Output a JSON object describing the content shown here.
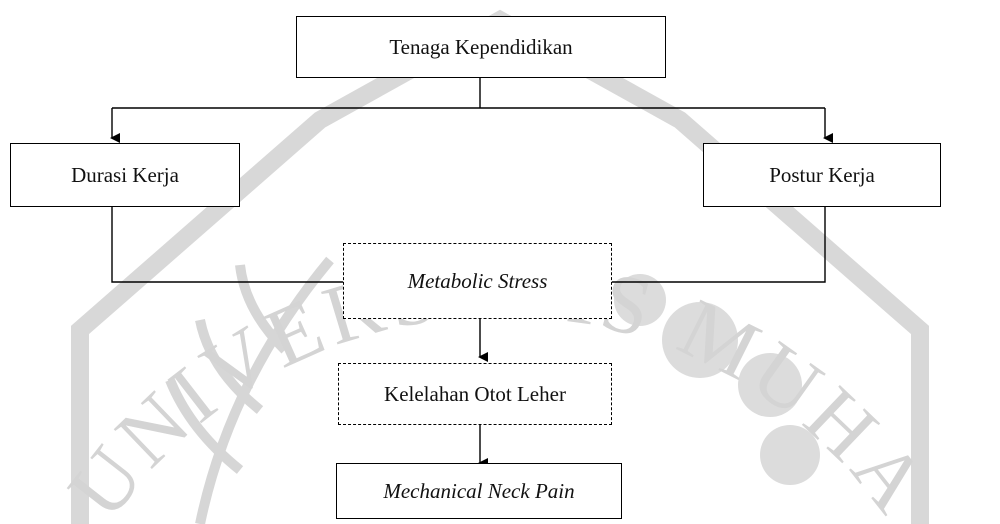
{
  "watermark": {
    "text": "UNIVERSITAS MUHAMMADIYAH",
    "color": "#d4d4d4"
  },
  "diagram": {
    "root": "Tenaga Kependidikan",
    "left_factor": "Durasi Kerja",
    "right_factor": "Postur Kerja",
    "mechanism": "Metabolic Stress",
    "effect": "Kelelahan Otot Leher",
    "outcome": "Mechanical Neck Pain"
  },
  "colors": {
    "line": "#000000",
    "box_fill": "#ffffff"
  }
}
